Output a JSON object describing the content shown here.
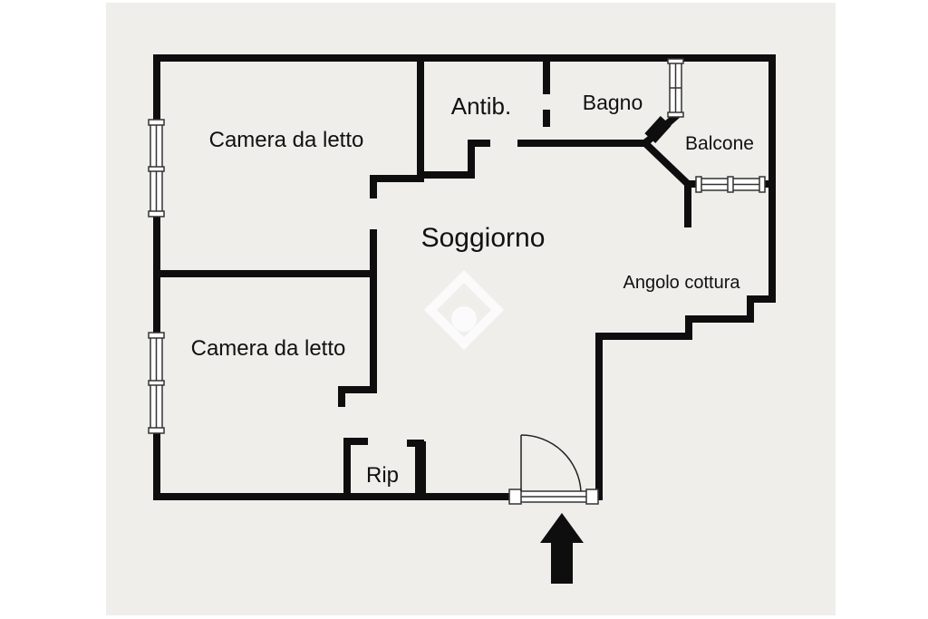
{
  "colors": {
    "page_background": "#ffffff",
    "plan_background": "#efeeeb",
    "wall": "#0e0e0e",
    "window_frame": "#333333",
    "window_fill": "#ffffff",
    "watermark": "#ffffff"
  },
  "rooms": {
    "bedroom_top": "Camera da letto",
    "bedroom_bottom": "Camera da letto",
    "antechamber": "Antib.",
    "bathroom": "Bagno",
    "balcony": "Balcone",
    "living_room": "Soggiorno",
    "kitchen_corner": "Angolo cottura",
    "storage": "Rip"
  },
  "icons": {
    "entrance": "arrow-up-icon",
    "door": "door-swing-icon",
    "watermark": "house-logo-icon"
  }
}
